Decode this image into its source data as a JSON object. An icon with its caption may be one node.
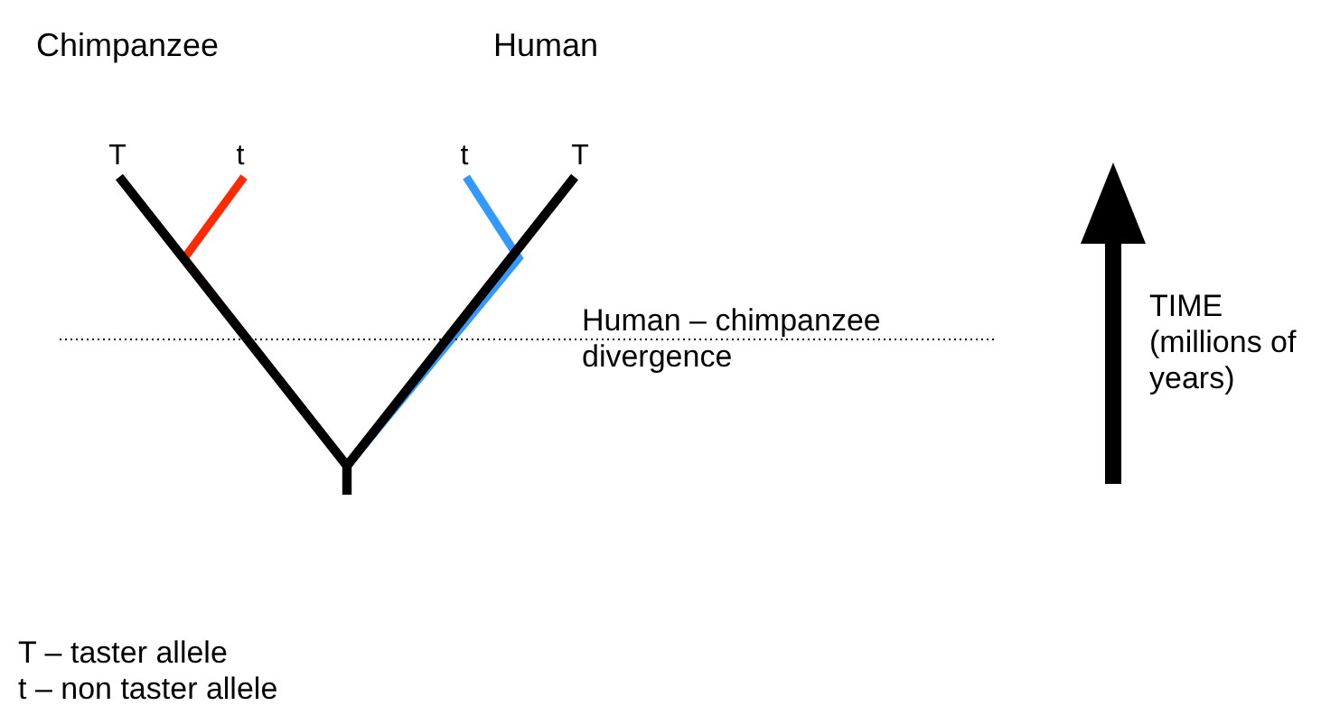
{
  "diagram": {
    "nodes": [
      {
        "text": [
          "T"
        ]
      },
      {
        "text": [
          "t"
        ]
      },
      {
        "text": [
          "t"
        ]
      },
      {
        "text": [
          "T"
        ]
      }
    ],
    "edges": [
      {
        "from": null,
        "to": 0,
        "arrow": "none"
      },
      {
        "from": null,
        "to": 1,
        "arrow": "none",
        "color": "#ff2a00"
      },
      {
        "from": null,
        "to": 2,
        "arrow": "none",
        "color": "#3399ff"
      },
      {
        "from": null,
        "to": 3,
        "arrow": "none"
      }
    ],
    "labels": [
      "Chimpanzee",
      "Human",
      "Human – chimpanzee divergence",
      "TIME (millions of years)",
      "T – taster allele",
      "t – non taster allele"
    ]
  }
}
